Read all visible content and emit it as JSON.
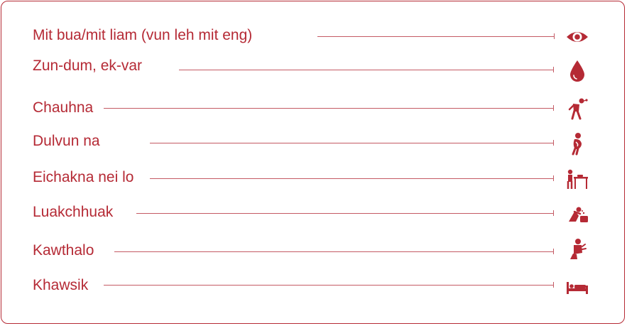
{
  "accent_color": "#b52a35",
  "items": [
    {
      "label": "Mit bua/mit liam (vun leh mit eng)",
      "icon": "eye-icon"
    },
    {
      "label": "Zun-dum, ek-var",
      "icon": "drop-icon"
    },
    {
      "label": "Chauhna",
      "icon": "weak-person-icon"
    },
    {
      "label": "Dulvun na",
      "icon": "stomach-ache-icon"
    },
    {
      "label": "Eichakna nei lo",
      "icon": "no-appetite-icon"
    },
    {
      "label": "Luakchhuak",
      "icon": "vomiting-icon"
    },
    {
      "label": "Kawthalo",
      "icon": "itching-icon"
    },
    {
      "label": "Khawsik",
      "icon": "fever-bed-icon"
    }
  ]
}
